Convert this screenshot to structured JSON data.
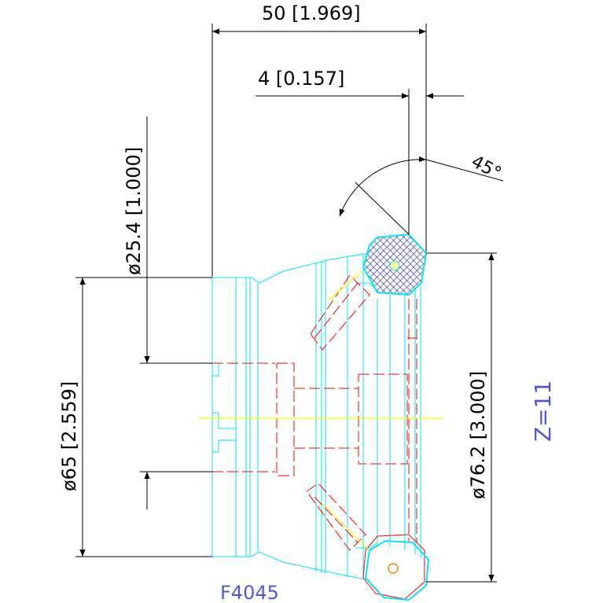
{
  "drawing": {
    "part_number": "F4045",
    "insert_count": "Z=11",
    "dim_length": "50 [1.969]",
    "dim_insert_offset": "4 [0.157]",
    "dim_angle": "45°",
    "dim_bore": "ø25.4 [1.000]",
    "dim_hub": "ø65 [2.559]",
    "dim_cutting": "ø76.2 [3.000]"
  },
  "colors": {
    "background": "#ffffff",
    "dimension": "#000000",
    "body_outline": "#00e5ff",
    "hidden_lines": "#ff0000",
    "center_line": "#ffff00",
    "insert_hatch": "#2222aa",
    "label_text": "#5555dd"
  }
}
